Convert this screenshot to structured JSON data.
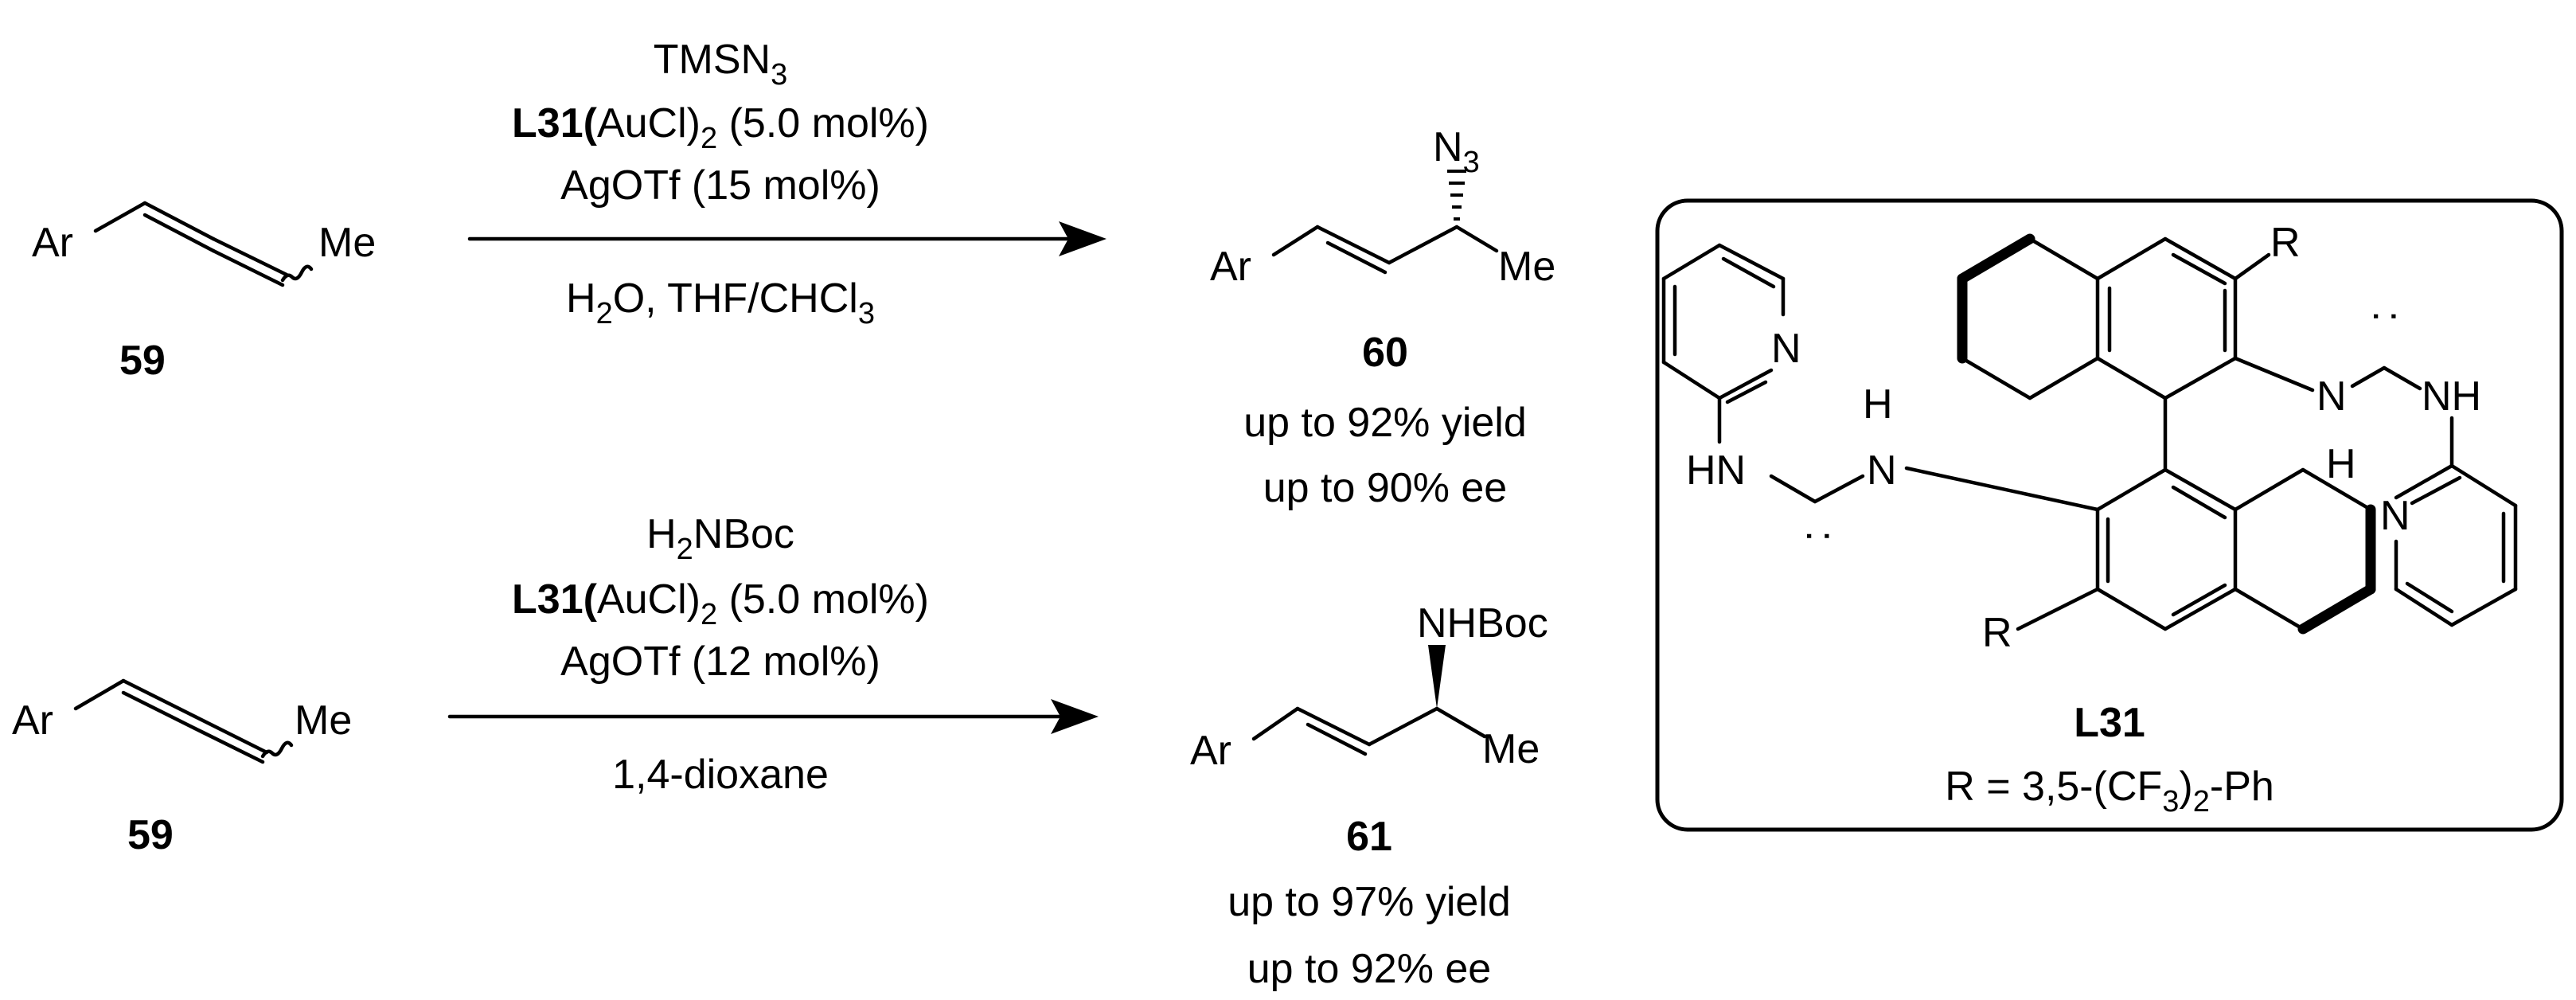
{
  "reaction1": {
    "substrate": {
      "ar": "Ar",
      "me": "Me",
      "number": "59"
    },
    "conditions": {
      "reagent": {
        "main": "TMSN",
        "sub": "3"
      },
      "catalyst": {
        "bold": "L31",
        "open": "(",
        "a": "AuCl)",
        "sub": "2",
        "b": " (5.0 mol%)"
      },
      "additive": "AgOTf (15 mol%)",
      "solvent": {
        "a": "H",
        "sub1": "2",
        "b": "O, THF/CHCl",
        "sub2": "3"
      }
    },
    "product": {
      "ar": "Ar",
      "me": "Me",
      "group": {
        "main": "N",
        "sub": "3"
      },
      "number": "60",
      "yield": "up to 92% yield",
      "ee": "up to 90% ee"
    }
  },
  "reaction2": {
    "substrate": {
      "ar": "Ar",
      "me": "Me",
      "number": "59"
    },
    "conditions": {
      "reagent": {
        "a": "H",
        "sub": "2",
        "b": "NBoc"
      },
      "catalyst": {
        "bold": "L31",
        "open": "(",
        "a": "AuCl)",
        "sub": "2",
        "b": " (5.0 mol%)"
      },
      "additive": "AgOTf (12 mol%)",
      "solvent": "1,4-dioxane"
    },
    "product": {
      "ar": "Ar",
      "me": "Me",
      "group": "NHBoc",
      "number": "61",
      "yield": "up to 97% yield",
      "ee": "up to 92% ee"
    }
  },
  "ligand": {
    "atoms": {
      "n": "N",
      "h": "H",
      "hn": "HN",
      "nh": "NH",
      "r": "R",
      "colon": ":"
    },
    "name": "L31",
    "r_def": {
      "a": "R = 3,5-(CF",
      "sub": "3",
      "b": ")",
      "sub2": "2",
      "c": "-Ph"
    }
  }
}
